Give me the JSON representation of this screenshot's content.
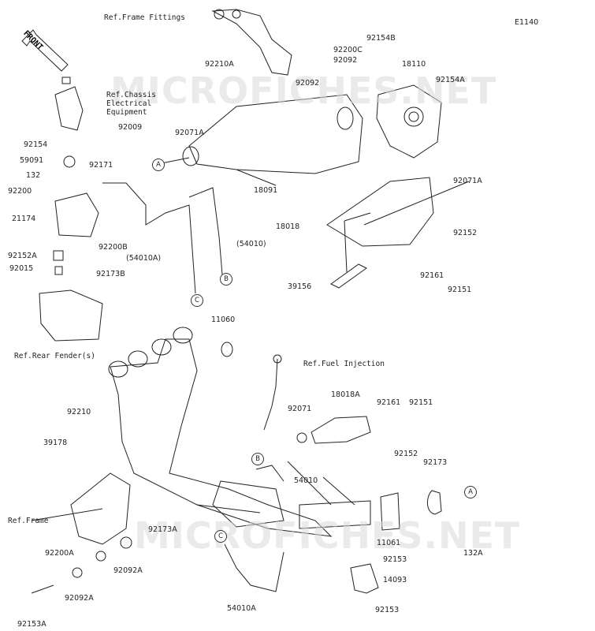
{
  "diagram_code": "E1140",
  "front_label": "FRONT",
  "watermarks": [
    "MICROFICHES.NET",
    "MICROFICHES.NET"
  ],
  "ref_labels": {
    "frame_fittings": "Ref.Frame Fittings",
    "chassis_electrical": "Ref.Chassis\nElectrical\nEquipment",
    "rear_fender": "Ref.Rear Fender(s)",
    "fuel_injection": "Ref.Fuel Injection",
    "frame": "Ref.Frame"
  },
  "callouts": [
    "A",
    "A",
    "B",
    "B",
    "C",
    "C"
  ],
  "parts": [
    "92154B",
    "92200C",
    "92092",
    "92092",
    "18110",
    "92154A",
    "92210A",
    "92071A",
    "92009",
    "92154",
    "59091",
    "92171",
    "132",
    "92200",
    "21174",
    "92200B",
    "92152A",
    "92015",
    "92173B",
    "18091",
    "92071A",
    "18018",
    "92152",
    "92161",
    "92151",
    "39156",
    "(54010)",
    "(54010A)",
    "11060",
    "92210",
    "39178",
    "92071",
    "18018A",
    "92161",
    "92151",
    "92152",
    "92173",
    "54010",
    "11061",
    "132A",
    "92153",
    "14093",
    "92153",
    "92173A",
    "92092A",
    "92200A",
    "92092A",
    "92153A",
    "54010A"
  ]
}
